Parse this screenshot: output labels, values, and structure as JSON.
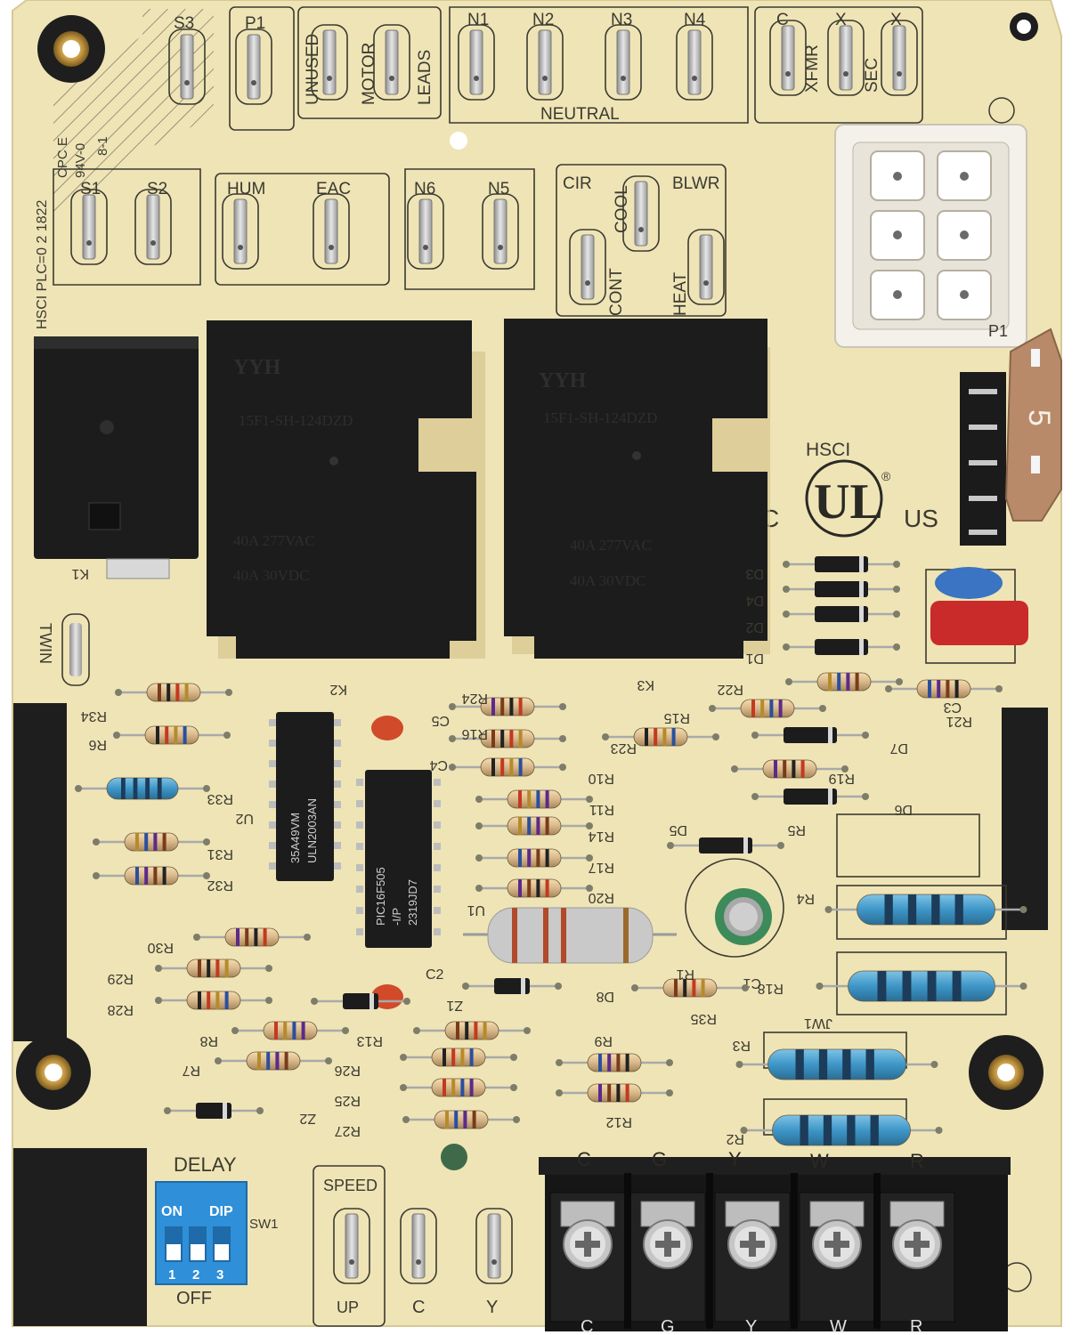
{
  "board": {
    "manufacturer_mark": "HSCI",
    "side_code_lines": [
      "HSCI  PLC=0 2 1822",
      "CPC E",
      "94V-0",
      "8-1"
    ],
    "certification_top": "HSCI",
    "certification_c": "C",
    "certification_us": "US"
  },
  "top_terminals": {
    "labels": [
      "S3",
      "P1",
      "N1",
      "N2",
      "N3",
      "N4",
      "C",
      "X",
      "X"
    ],
    "motor_group": [
      "UNUSED",
      "MOTOR",
      "LEADS"
    ],
    "neutral_label": "NEUTRAL",
    "xfmr_labels": [
      "XFMR",
      "SEC"
    ]
  },
  "mid_terminals": {
    "labels": [
      "S1",
      "S2",
      "HUM",
      "EAC",
      "N6",
      "N5"
    ],
    "blower_group": [
      "CIR",
      "BLWR",
      "COOL",
      "CONT",
      "HEAT"
    ]
  },
  "relays": [
    {
      "id": "K1",
      "label": "K1"
    },
    {
      "id": "K2",
      "label": "K2",
      "brand": "YYH",
      "model": "15F1-SH-124DZD",
      "rating1": "40A  277VAC",
      "rating2": "40A  30VDC"
    },
    {
      "id": "K3",
      "label": "K3",
      "brand": "YYH",
      "model": "15F1-SH-124DZD",
      "rating1": "40A  277VAC",
      "rating2": "40A  30VDC"
    }
  ],
  "connector_label": "P1",
  "fuse_label": "5",
  "twin_label": "TWIN",
  "components": {
    "diodes": [
      "D3",
      "D4",
      "D2",
      "D1",
      "D7",
      "D6",
      "D5",
      "D8"
    ],
    "resistors": [
      "R34",
      "R6",
      "R33",
      "R31",
      "R32",
      "R30",
      "R29",
      "R28",
      "R8",
      "R7",
      "R24",
      "R16",
      "R10",
      "R11",
      "R14",
      "R17",
      "R20",
      "R22",
      "R23",
      "R15",
      "R19",
      "R5",
      "R21",
      "R4",
      "R1",
      "R18",
      "R35",
      "R13",
      "R26",
      "R25",
      "R27",
      "R9",
      "R12",
      "R3",
      "R2"
    ],
    "capacitors": [
      "C5",
      "C4",
      "C2",
      "C1",
      "C3"
    ],
    "chips": [
      "U2",
      "U1"
    ],
    "u2_marking": [
      "35A49VM",
      "ULN2003AN"
    ],
    "u1_marking": [
      "PIC16F505",
      "-I/P",
      "2319JD7"
    ],
    "zeners": [
      "Z1",
      "Z2"
    ],
    "jumper": "JW1"
  },
  "dip_switch": {
    "title": "DELAY",
    "on_label": "ON",
    "dip_label": "DIP",
    "numbers": [
      "1",
      "2",
      "3"
    ],
    "off_label": "OFF",
    "id": "SW1"
  },
  "speed_block": {
    "title": "SPEED",
    "labels": [
      "UP",
      "C",
      "Y"
    ]
  },
  "terminal_block": {
    "top_labels": [
      "C",
      "G",
      "Y",
      "W",
      "R"
    ],
    "bottom_labels": [
      "C",
      "G",
      "Y",
      "W",
      "R"
    ]
  },
  "colors": {
    "board": "#efe4b6",
    "relay": "#1c1c1c",
    "fuse": "#b88a6a",
    "dip": "#2f8fd9",
    "terminal_block": "#161616"
  }
}
